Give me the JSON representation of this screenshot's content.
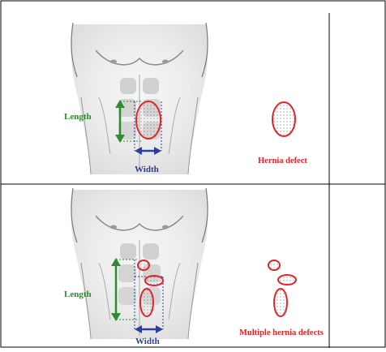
{
  "top_panel": {
    "length_label": "Length",
    "width_label": "Width",
    "legend_label": "Hernia defect"
  },
  "bottom_panel": {
    "length_label": "Length",
    "width_label": "Width",
    "legend_label": "Multiple hernia defects"
  },
  "colors": {
    "length": "#2e8b2e",
    "width": "#2b3f9b",
    "defect": "#e0262b",
    "frame": "#000000"
  }
}
